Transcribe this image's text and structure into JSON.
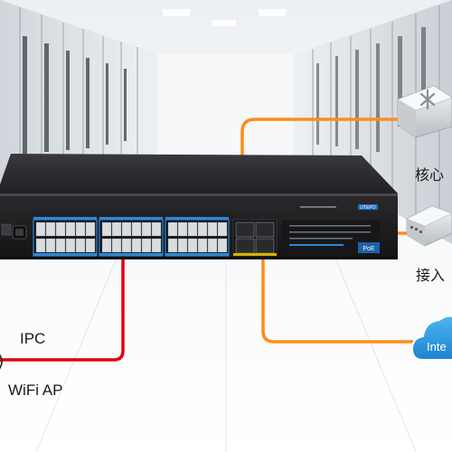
{
  "labels": {
    "ipc": "IPC",
    "wifi_ap": "WiFi AP",
    "core": "核心",
    "access": "接入",
    "internet": "Inte"
  },
  "switch": {
    "brand": "UTEPO",
    "poe_mark": "PoE"
  },
  "colors": {
    "orange_link": "#ff8c1a",
    "red_link": "#e3000f",
    "port_accent": "#2f86d8",
    "cloud": "#2f9be0",
    "switch_body": "#1c1c1e",
    "server_room": "#dfe5ea"
  },
  "icons": [
    "core-router-icon",
    "access-switch-icon",
    "internet-cloud-icon",
    "wifi-signal-icon"
  ]
}
